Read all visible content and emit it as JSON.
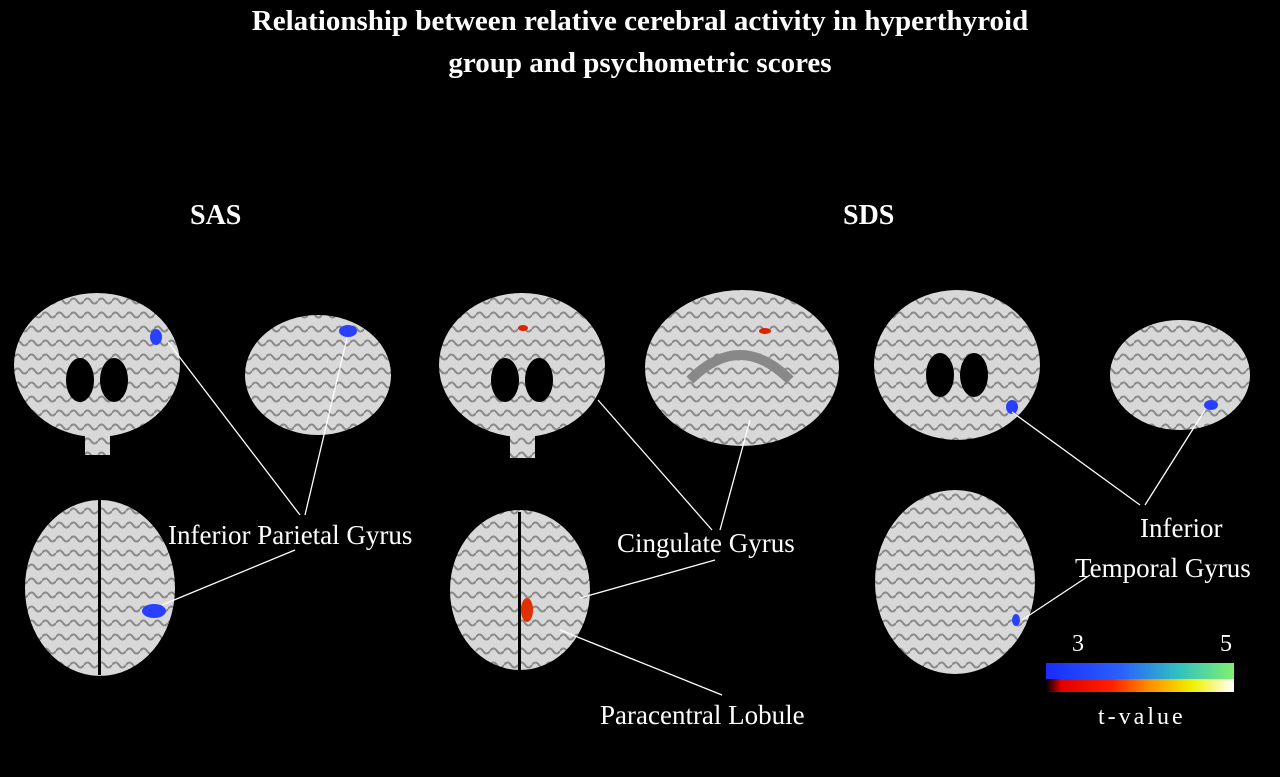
{
  "title_line1": "Relationship between relative cerebral activity in hyperthyroid",
  "title_line2": "group and psychometric scores",
  "panels": {
    "left": "SAS",
    "right": "SDS"
  },
  "labels": {
    "ipg": "Inferior Parietal Gyrus",
    "cg": "Cingulate Gyrus",
    "pl": "Paracentral Lobule",
    "itg1": "Inferior",
    "itg2": "Temporal Gyrus"
  },
  "colorbar": {
    "min": "3",
    "max": "5",
    "label": "t-value",
    "neg_colors": [
      "#1a2cff",
      "#30c0c0",
      "#80f070"
    ],
    "pos_colors": [
      "#e00000",
      "#ff9000",
      "#f0f000",
      "#ffffff"
    ]
  }
}
